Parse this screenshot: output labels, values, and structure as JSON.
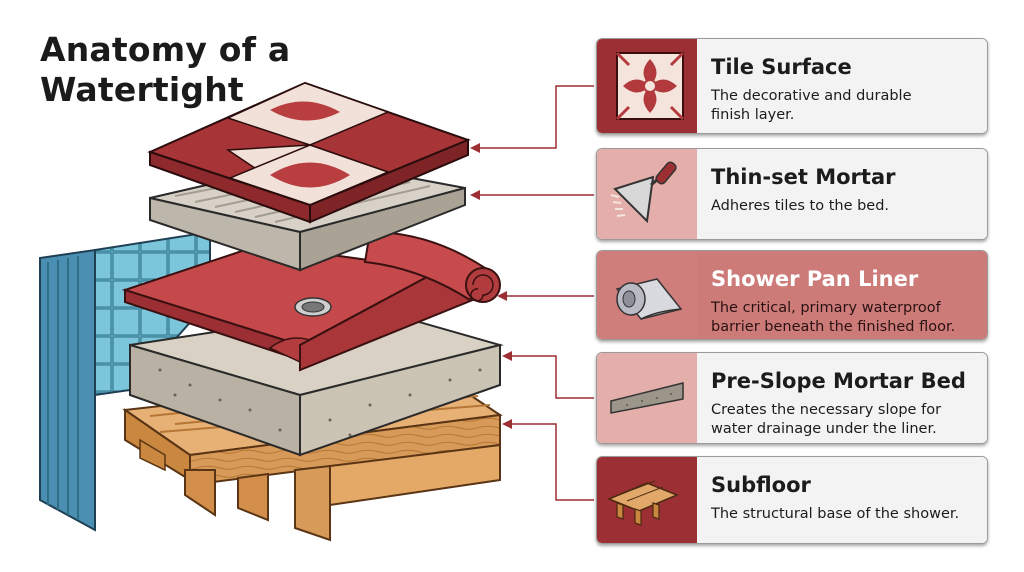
{
  "title": {
    "line1": "Anatomy of a",
    "line2": "Watertight"
  },
  "layers": [
    {
      "label": "Tile Surface",
      "description_line1": "The decorative and durable",
      "description_line2": "finish layer.",
      "icon": "tile-icon"
    },
    {
      "label": "Thin-set Mortar",
      "description_line1": "Adheres tiles to the bed.",
      "description_line2": "",
      "icon": "trowel-icon"
    },
    {
      "label": "Shower Pan Liner",
      "description_line1": "The critical, primary waterproof",
      "description_line2": "barrier beneath the finished floor.",
      "icon": "liner-roll-icon"
    },
    {
      "label": "Pre-Slope Mortar Bed",
      "description_line1": "Creates the necessary slope for",
      "description_line2": "water drainage under the liner.",
      "icon": "mortar-wedge-icon"
    },
    {
      "label": "Subfloor",
      "description_line1": "The structural base of the shower.",
      "description_line2": "",
      "icon": "subfloor-joists-icon"
    }
  ],
  "colors": {
    "accent_dark": "#9b2f33",
    "accent_light": "#e4aeaa",
    "highlight": "#cd7b79",
    "arrow": "#9b2f33"
  }
}
